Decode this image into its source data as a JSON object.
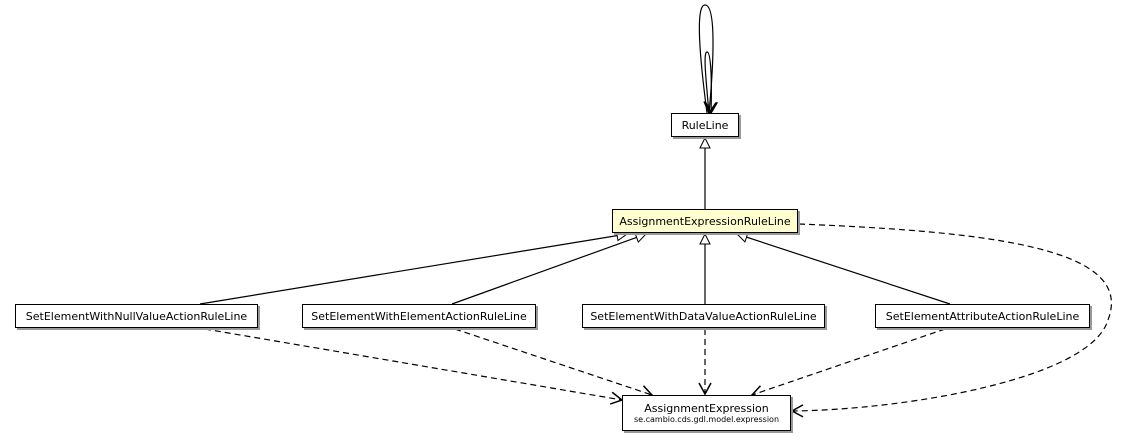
{
  "classes": {
    "rule_line": "RuleLine",
    "assignment_expression_rule_line": "AssignmentExpressionRuleLine",
    "null_value": "SetElementWithNullValueActionRuleLine",
    "element": "SetElementWithElementActionRuleLine",
    "data_value": "SetElementWithDataValueActionRuleLine",
    "attribute": "SetElementAttributeActionRuleLine",
    "assignment_expression": "AssignmentExpression",
    "assignment_expression_package": "se.cambio.cds.gdl.model.expression"
  },
  "colors": {
    "highlight": "#ffffd0",
    "line": "#000000"
  }
}
